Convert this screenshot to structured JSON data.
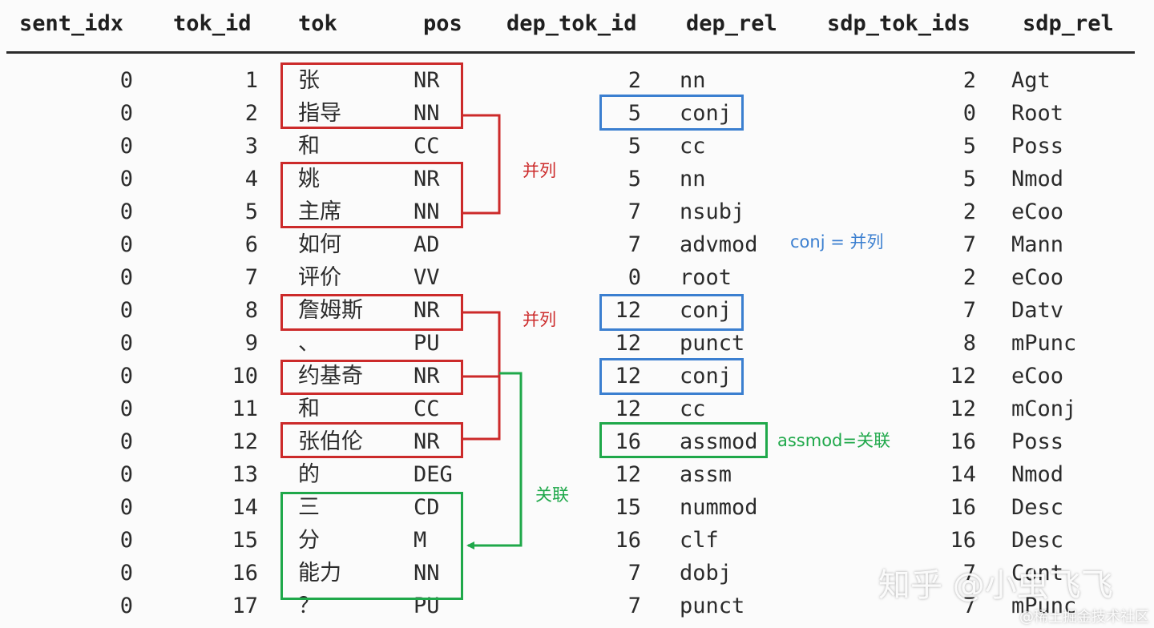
{
  "columns": [
    "sent_idx",
    "tok_id",
    "tok",
    "pos",
    "dep_tok_id",
    "dep_rel",
    "sdp_tok_ids",
    "sdp_rel"
  ],
  "rows": [
    {
      "sent_idx": "0",
      "tok_id": "1",
      "tok": "张",
      "pos": "NR",
      "dep_tok_id": "2",
      "dep_rel": "nn",
      "sdp_tok_ids": "2",
      "sdp_rel": "Agt"
    },
    {
      "sent_idx": "0",
      "tok_id": "2",
      "tok": "指导",
      "pos": "NN",
      "dep_tok_id": "5",
      "dep_rel": "conj",
      "sdp_tok_ids": "0",
      "sdp_rel": "Root"
    },
    {
      "sent_idx": "0",
      "tok_id": "3",
      "tok": "和",
      "pos": "CC",
      "dep_tok_id": "5",
      "dep_rel": "cc",
      "sdp_tok_ids": "5",
      "sdp_rel": "Poss"
    },
    {
      "sent_idx": "0",
      "tok_id": "4",
      "tok": "姚",
      "pos": "NR",
      "dep_tok_id": "5",
      "dep_rel": "nn",
      "sdp_tok_ids": "5",
      "sdp_rel": "Nmod"
    },
    {
      "sent_idx": "0",
      "tok_id": "5",
      "tok": "主席",
      "pos": "NN",
      "dep_tok_id": "7",
      "dep_rel": "nsubj",
      "sdp_tok_ids": "2",
      "sdp_rel": "eCoo"
    },
    {
      "sent_idx": "0",
      "tok_id": "6",
      "tok": "如何",
      "pos": "AD",
      "dep_tok_id": "7",
      "dep_rel": "advmod",
      "sdp_tok_ids": "7",
      "sdp_rel": "Mann"
    },
    {
      "sent_idx": "0",
      "tok_id": "7",
      "tok": "评价",
      "pos": "VV",
      "dep_tok_id": "0",
      "dep_rel": "root",
      "sdp_tok_ids": "2",
      "sdp_rel": "eCoo"
    },
    {
      "sent_idx": "0",
      "tok_id": "8",
      "tok": "詹姆斯",
      "pos": "NR",
      "dep_tok_id": "12",
      "dep_rel": "conj",
      "sdp_tok_ids": "7",
      "sdp_rel": "Datv"
    },
    {
      "sent_idx": "0",
      "tok_id": "9",
      "tok": "、",
      "pos": "PU",
      "dep_tok_id": "12",
      "dep_rel": "punct",
      "sdp_tok_ids": "8",
      "sdp_rel": "mPunc"
    },
    {
      "sent_idx": "0",
      "tok_id": "10",
      "tok": "约基奇",
      "pos": "NR",
      "dep_tok_id": "12",
      "dep_rel": "conj",
      "sdp_tok_ids": "12",
      "sdp_rel": "eCoo"
    },
    {
      "sent_idx": "0",
      "tok_id": "11",
      "tok": "和",
      "pos": "CC",
      "dep_tok_id": "12",
      "dep_rel": "cc",
      "sdp_tok_ids": "12",
      "sdp_rel": "mConj"
    },
    {
      "sent_idx": "0",
      "tok_id": "12",
      "tok": "张伯伦",
      "pos": "NR",
      "dep_tok_id": "16",
      "dep_rel": "assmod",
      "sdp_tok_ids": "16",
      "sdp_rel": "Poss"
    },
    {
      "sent_idx": "0",
      "tok_id": "13",
      "tok": "的",
      "pos": "DEG",
      "dep_tok_id": "12",
      "dep_rel": "assm",
      "sdp_tok_ids": "14",
      "sdp_rel": "Nmod"
    },
    {
      "sent_idx": "0",
      "tok_id": "14",
      "tok": "三",
      "pos": "CD",
      "dep_tok_id": "15",
      "dep_rel": "nummod",
      "sdp_tok_ids": "16",
      "sdp_rel": "Desc"
    },
    {
      "sent_idx": "0",
      "tok_id": "15",
      "tok": "分",
      "pos": "M",
      "dep_tok_id": "16",
      "dep_rel": "clf",
      "sdp_tok_ids": "16",
      "sdp_rel": "Desc"
    },
    {
      "sent_idx": "0",
      "tok_id": "16",
      "tok": "能力",
      "pos": "NN",
      "dep_tok_id": "7",
      "dep_rel": "dobj",
      "sdp_tok_ids": "7",
      "sdp_rel": "Cont"
    },
    {
      "sent_idx": "0",
      "tok_id": "17",
      "tok": "？",
      "pos": "PU",
      "dep_tok_id": "7",
      "dep_rel": "punct",
      "sdp_tok_ids": "7",
      "sdp_rel": "mPunc"
    }
  ],
  "annotations": {
    "coord_label_1": "并列",
    "coord_label_2": "并列",
    "conj_note": "conj = 并列",
    "assoc_label": "关联",
    "assmod_note": "assmod=关联"
  },
  "annotation_colors": {
    "red": "#cc2a2a",
    "blue": "#3b7fd0",
    "green": "#1fa84a"
  },
  "watermark": {
    "zhihu": "知乎 @小虫飞飞",
    "juejin": "@稀土掘金技术社区"
  }
}
